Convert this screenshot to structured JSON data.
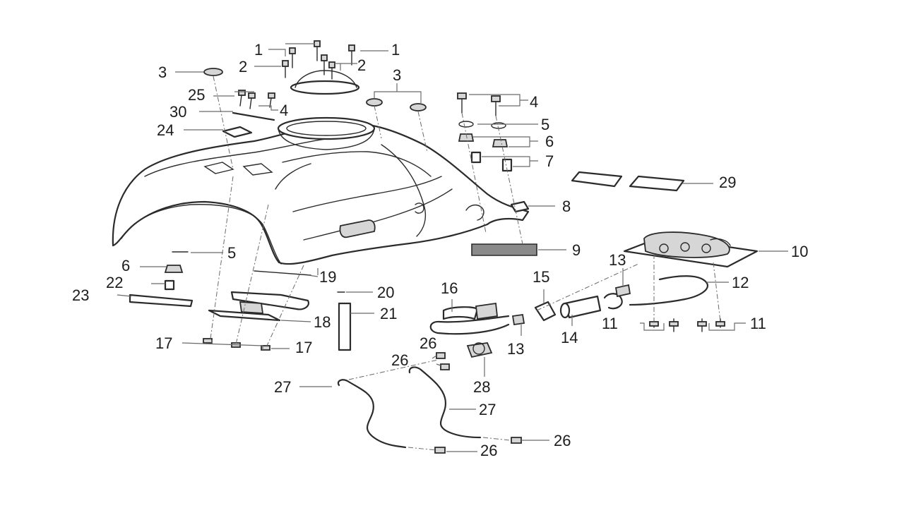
{
  "labels": [
    {
      "id": "l1a",
      "text": "1"
    },
    {
      "id": "l1b",
      "text": "1"
    },
    {
      "id": "l2a",
      "text": "2"
    },
    {
      "id": "l2b",
      "text": "2"
    },
    {
      "id": "l3a",
      "text": "3"
    },
    {
      "id": "l3b",
      "text": "3"
    },
    {
      "id": "l4a",
      "text": "4"
    },
    {
      "id": "l4b",
      "text": "4"
    },
    {
      "id": "l5a",
      "text": "5"
    },
    {
      "id": "l5b",
      "text": "5"
    },
    {
      "id": "l6a",
      "text": "6"
    },
    {
      "id": "l6b",
      "text": "6"
    },
    {
      "id": "l7",
      "text": "7"
    },
    {
      "id": "l8",
      "text": "8"
    },
    {
      "id": "l9",
      "text": "9"
    },
    {
      "id": "l10",
      "text": "10"
    },
    {
      "id": "l11a",
      "text": "11"
    },
    {
      "id": "l11b",
      "text": "11"
    },
    {
      "id": "l12",
      "text": "12"
    },
    {
      "id": "l13a",
      "text": "13"
    },
    {
      "id": "l13b",
      "text": "13"
    },
    {
      "id": "l14",
      "text": "14"
    },
    {
      "id": "l15",
      "text": "15"
    },
    {
      "id": "l16",
      "text": "16"
    },
    {
      "id": "l17a",
      "text": "17"
    },
    {
      "id": "l17b",
      "text": "17"
    },
    {
      "id": "l18",
      "text": "18"
    },
    {
      "id": "l19",
      "text": "19"
    },
    {
      "id": "l20",
      "text": "20"
    },
    {
      "id": "l21",
      "text": "21"
    },
    {
      "id": "l22",
      "text": "22"
    },
    {
      "id": "l23",
      "text": "23"
    },
    {
      "id": "l24",
      "text": "24"
    },
    {
      "id": "l25",
      "text": "25"
    },
    {
      "id": "l26a",
      "text": "26"
    },
    {
      "id": "l26b",
      "text": "26"
    },
    {
      "id": "l26c",
      "text": "26"
    },
    {
      "id": "l26d",
      "text": "26"
    },
    {
      "id": "l27a",
      "text": "27"
    },
    {
      "id": "l27b",
      "text": "27"
    },
    {
      "id": "l28",
      "text": "28"
    },
    {
      "id": "l29",
      "text": "29"
    },
    {
      "id": "l30",
      "text": "30"
    }
  ]
}
